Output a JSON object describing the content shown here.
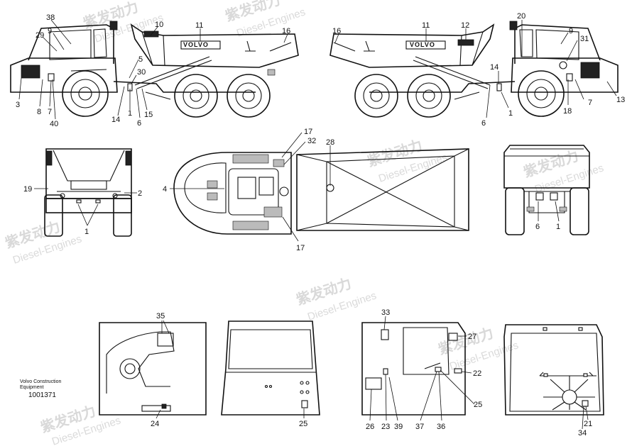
{
  "caption": {
    "manufacturer": "Volvo Construction Equipment",
    "part_number": "1001371"
  },
  "brand": {
    "side_logo": "VOLVO"
  },
  "watermark": {
    "text_cn": "紫发动力",
    "text_en": "Diesel-Engines"
  },
  "callouts": {
    "left_side": [
      "38",
      "9",
      "29",
      "10",
      "11",
      "16",
      "5",
      "30",
      "3",
      "8",
      "7",
      "40",
      "14",
      "1",
      "15",
      "6"
    ],
    "right_side": [
      "16",
      "11",
      "12",
      "20",
      "9",
      "31",
      "14",
      "1",
      "6",
      "18",
      "7",
      "13"
    ],
    "front": [
      "19",
      "2",
      "1"
    ],
    "top": [
      "17",
      "32",
      "28",
      "4",
      "17"
    ],
    "rear": [
      "6",
      "1"
    ],
    "cab_floor": [
      "35",
      "24"
    ],
    "cab_front": [
      "25"
    ],
    "cab_side": [
      "33",
      "27",
      "22",
      "25",
      "26",
      "23",
      "39",
      "37",
      "36"
    ],
    "cab_rear": [
      "21",
      "34"
    ]
  }
}
